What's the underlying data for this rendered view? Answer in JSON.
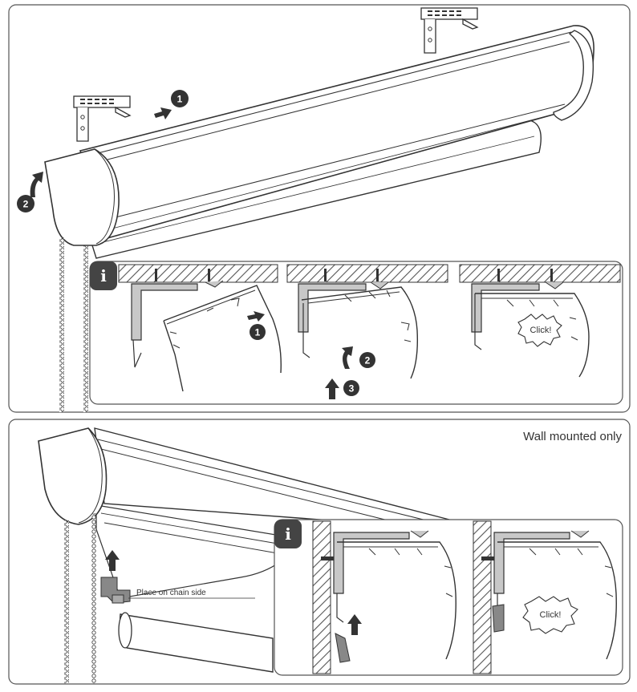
{
  "panels": {
    "top": {
      "info_badge": "i",
      "steps": [
        "1",
        "2"
      ],
      "detail_steps": [
        "1",
        "2",
        "3"
      ],
      "click_label": "Click!"
    },
    "bottom": {
      "caption": "Wall mounted only",
      "info_badge": "i",
      "chain_note": "Place on chain side",
      "click_label": "Click!"
    }
  },
  "colors": {
    "line": "#333333",
    "step_badge": "#333333",
    "bracket_fill": "#c8c8c8",
    "hatch": "#555555"
  }
}
